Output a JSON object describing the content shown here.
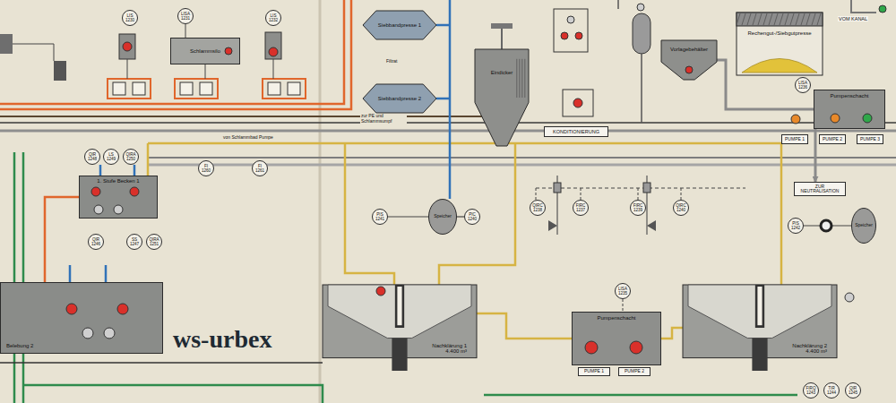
{
  "diagram": {
    "nodes": [
      {
        "text": [
          "LIS 1230"
        ]
      },
      {
        "text": [
          "LISA 1231"
        ]
      },
      {
        "text": [
          "Schlammsilo"
        ]
      },
      {
        "text": [
          "LIS 1232"
        ]
      },
      {
        "text": [
          "Siebbandpresse 1"
        ]
      },
      {
        "text": [
          "Siebbandpresse 2"
        ]
      },
      {
        "text": [
          "Eindicker"
        ]
      },
      {
        "text": [
          "KONDITIONIERUNG"
        ]
      },
      {
        "text": [
          "Vorlagebehälter"
        ]
      },
      {
        "text": [
          "Rechengut-/Siebgutpresse"
        ]
      },
      {
        "text": [
          "LISA 1236"
        ]
      },
      {
        "text": [
          "Pumpenschacht"
        ]
      },
      {
        "text": [
          "PUMPE 1"
        ]
      },
      {
        "text": [
          "PUMPE 2"
        ]
      },
      {
        "text": [
          "PUMPE 3"
        ]
      },
      {
        "text": [
          "QIR 1248"
        ]
      },
      {
        "text": [
          "LS 1249"
        ]
      },
      {
        "text": [
          "QIRA 1250"
        ]
      },
      {
        "text": [
          "FI 1260"
        ]
      },
      {
        "text": [
          "FI 1261"
        ]
      },
      {
        "text": [
          "1. Stufe Becken 1"
        ]
      },
      {
        "text": [
          "ZUR NEUTRALISATION"
        ]
      },
      {
        "text": [
          "PIS 1241"
        ]
      },
      {
        "text": [
          "Speicher"
        ]
      },
      {
        "text": [
          "PIC 1240"
        ]
      },
      {
        "text": [
          "QIRC 1238"
        ]
      },
      {
        "text": [
          "FIRC 1237"
        ]
      },
      {
        "text": [
          "FIRC 1239"
        ]
      },
      {
        "text": [
          "QIRC 1240"
        ]
      },
      {
        "text": [
          "PIS 1242"
        ]
      },
      {
        "text": [
          "Speicher"
        ]
      },
      {
        "text": [
          "QIR 1246"
        ]
      },
      {
        "text": [
          "SS 1247"
        ]
      },
      {
        "text": [
          "QIRA 1251"
        ]
      },
      {
        "text": [
          "Belebung 2"
        ]
      },
      {
        "text": [
          "LISA 1235"
        ]
      },
      {
        "text": [
          "Nachklärung 1",
          "4.400 m³"
        ]
      },
      {
        "text": [
          "Pumpenschacht"
        ]
      },
      {
        "text": [
          "Nachklärung 2",
          "4.400 m³"
        ]
      },
      {
        "text": [
          "PUMPE 1"
        ]
      },
      {
        "text": [
          "PUMPE 2"
        ]
      },
      {
        "text": [
          "FIRQ 1243"
        ]
      },
      {
        "text": [
          "TIR 1244"
        ]
      },
      {
        "text": [
          "QIR 1245"
        ]
      }
    ],
    "edges": [
      {
        "from": 36,
        "to": 37,
        "arrow": "none"
      },
      {
        "from": 37,
        "to": 38,
        "arrow": "none"
      },
      {
        "from": 8,
        "to": 11,
        "arrow": "none"
      },
      {
        "from": 11,
        "to": 21,
        "arrow": "to"
      },
      {
        "from": 35,
        "to": 37,
        "arrow": "none"
      },
      {
        "from": 22,
        "to": 23,
        "arrow": "none"
      },
      {
        "from": 24,
        "to": 23,
        "arrow": "none"
      },
      {
        "from": 29,
        "to": 30,
        "arrow": "none"
      },
      {
        "from": 1,
        "to": 2,
        "arrow": "none"
      },
      {
        "from": 20,
        "to": 34,
        "arrow": "none"
      }
    ],
    "labels": [
      "ws-urbex",
      "VOM KANAL",
      "zur PE und Schlammsumpf",
      "von Schlammbad Pumpe",
      "Filtrat"
    ]
  }
}
